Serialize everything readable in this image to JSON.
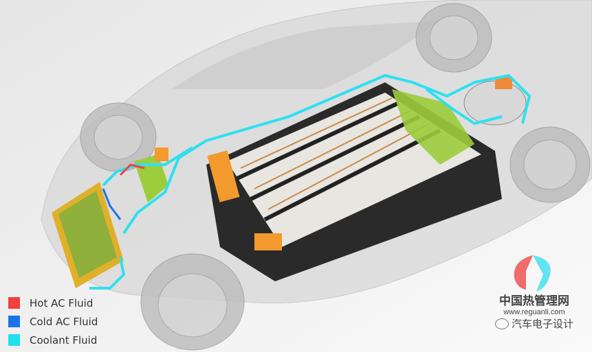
{
  "legend": [
    {
      "label": "Hot AC Fluid",
      "color": "#f04040"
    },
    {
      "label": "Cold AC Fluid",
      "color": "#1a73e8"
    },
    {
      "label": "Coolant Fluid",
      "color": "#1ee0f0"
    }
  ],
  "watermark": {
    "title": "中国热管理网",
    "url": "www.reguanli.com",
    "source": "汽车电子设计"
  }
}
